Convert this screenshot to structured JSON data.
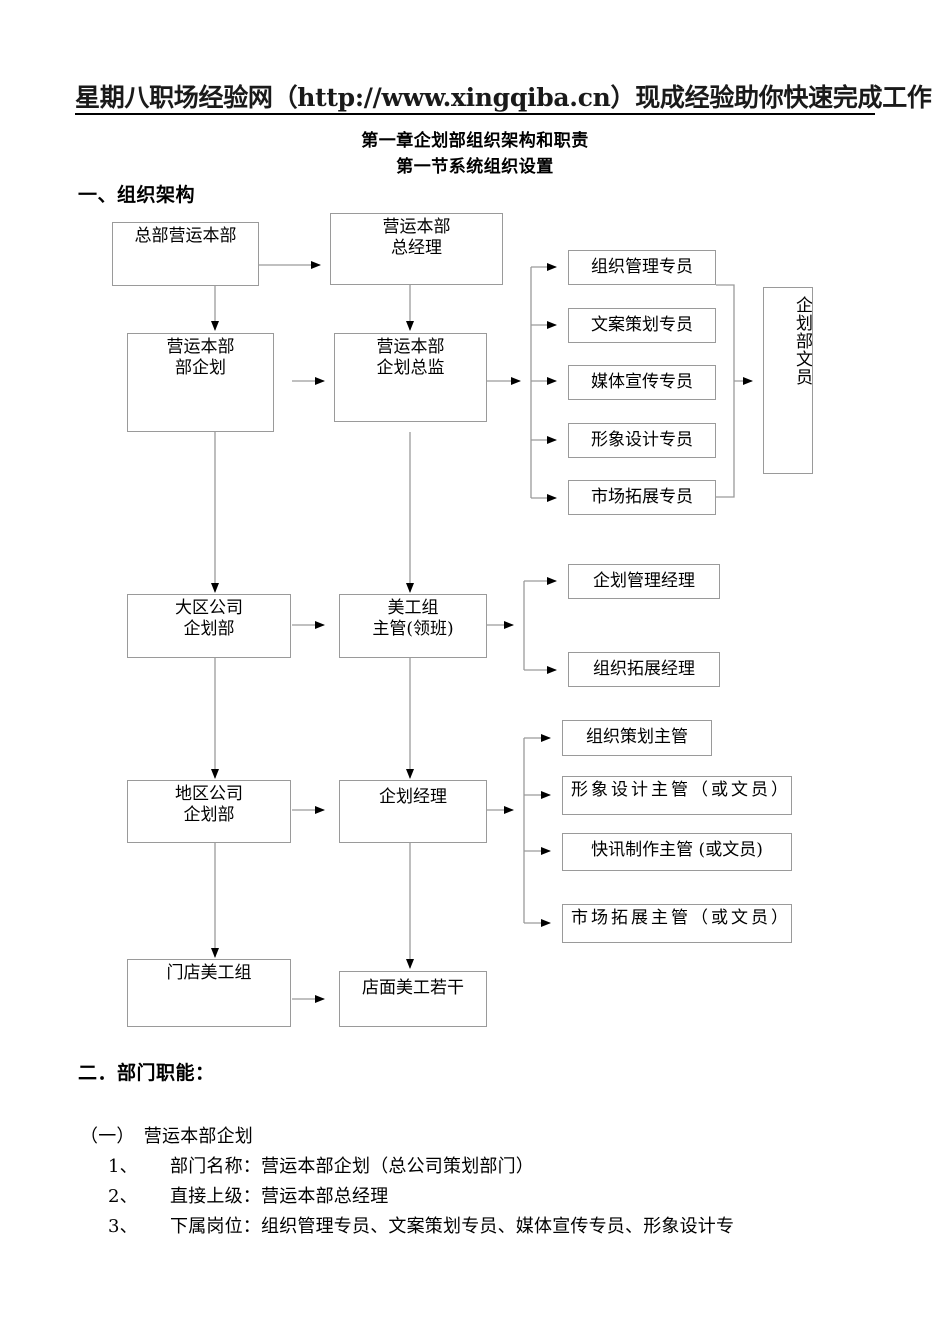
{
  "header": {
    "banner": "星期八职场经验网（http://www.xingqiba.cn）现成经验助你快速完成工作"
  },
  "titles": {
    "chapter": "第一章企划部组织架构和职责",
    "section": "第一节系统组织设置",
    "heading_1": "一、组织架构"
  },
  "org_chart": {
    "nodes": {
      "hq_operations": "总部营运本部",
      "operations_gm": "营运本部\n总经理",
      "operations_planning": "营运本部\n部企划",
      "operations_planning_director": "营运本部\n企划总监",
      "specialist_org_management": "组织管理专员",
      "specialist_copywriting": "文案策划专员",
      "specialist_media": "媒体宣传专员",
      "specialist_image_design": "形象设计专员",
      "specialist_market_dev": "市场拓展专员",
      "planning_dept_clerk": "企划部文员",
      "region_company_planning": "大区公司\n企划部",
      "art_group_supervisor": "美工组\n主管(领班)",
      "planning_management_manager": "企划管理经理",
      "org_development_manager": "组织拓展经理",
      "district_company_planning": "地区公司\n企划部",
      "planning_manager": "企划经理",
      "sup_org_planning": "组织策划主管",
      "sup_image_design": "形象设计主管（或文员）",
      "sup_bulletin": "快讯制作主管 (或文员)",
      "sup_market_dev": "市场拓展主管（或文员）",
      "store_art_group": "门店美工组",
      "store_artists": "店面美工若干"
    }
  },
  "body": {
    "heading_2": "二．部门职能：",
    "subsection": "（一）　营运本部企划",
    "items": [
      {
        "num": "1、",
        "text": "部门名称：营运本部企划（总公司策划部门）"
      },
      {
        "num": "2、",
        "text": "直接上级：营运本部总经理"
      },
      {
        "num": "3、",
        "text": "下属岗位：组织管理专员、文案策划专员、媒体宣传专员、形象设计专"
      }
    ]
  },
  "colors": {
    "box_border": "#9a9a9a",
    "connector": "#9a9a9a",
    "arrow": "#000000",
    "text": "#000000",
    "page_bg": "#ffffff"
  }
}
